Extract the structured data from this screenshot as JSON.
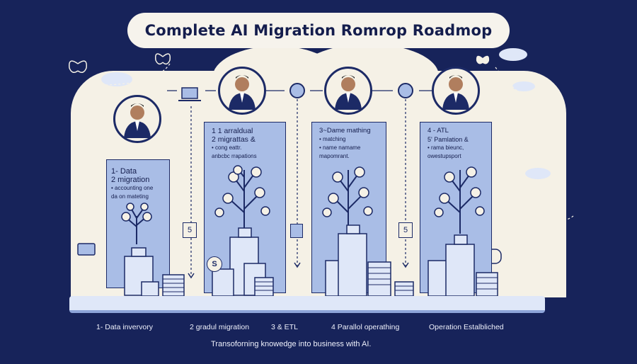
{
  "title": "Complete AI Migration Romrop Roadmop",
  "panels": [
    {
      "lines": [
        "1-   Data",
        "2  migration",
        "•  accounting one",
        "da on mateting"
      ]
    },
    {
      "lines": [
        "1 1  arraldual",
        "2  migrattas &",
        "•  cong eattr.",
        "anbcbc rrapations"
      ]
    },
    {
      "lines": [
        "3~Dame mathing",
        "•  matching",
        "•  name namame",
        "mapomrant."
      ]
    },
    {
      "lines": [
        "4 - ATL",
        "5'  Pamlation &",
        "•  rama bieunc,",
        "owestupsport"
      ]
    }
  ],
  "step_markers": [
    "5",
    "5"
  ],
  "coin_badge": "S",
  "stages": [
    "1-   Data invervory",
    "2  gradul migration",
    "3 & ETL",
    "4 Parallol operathing",
    "Operation Estalbliched"
  ],
  "tagline": "Transoforning knowedge into business with AI."
}
